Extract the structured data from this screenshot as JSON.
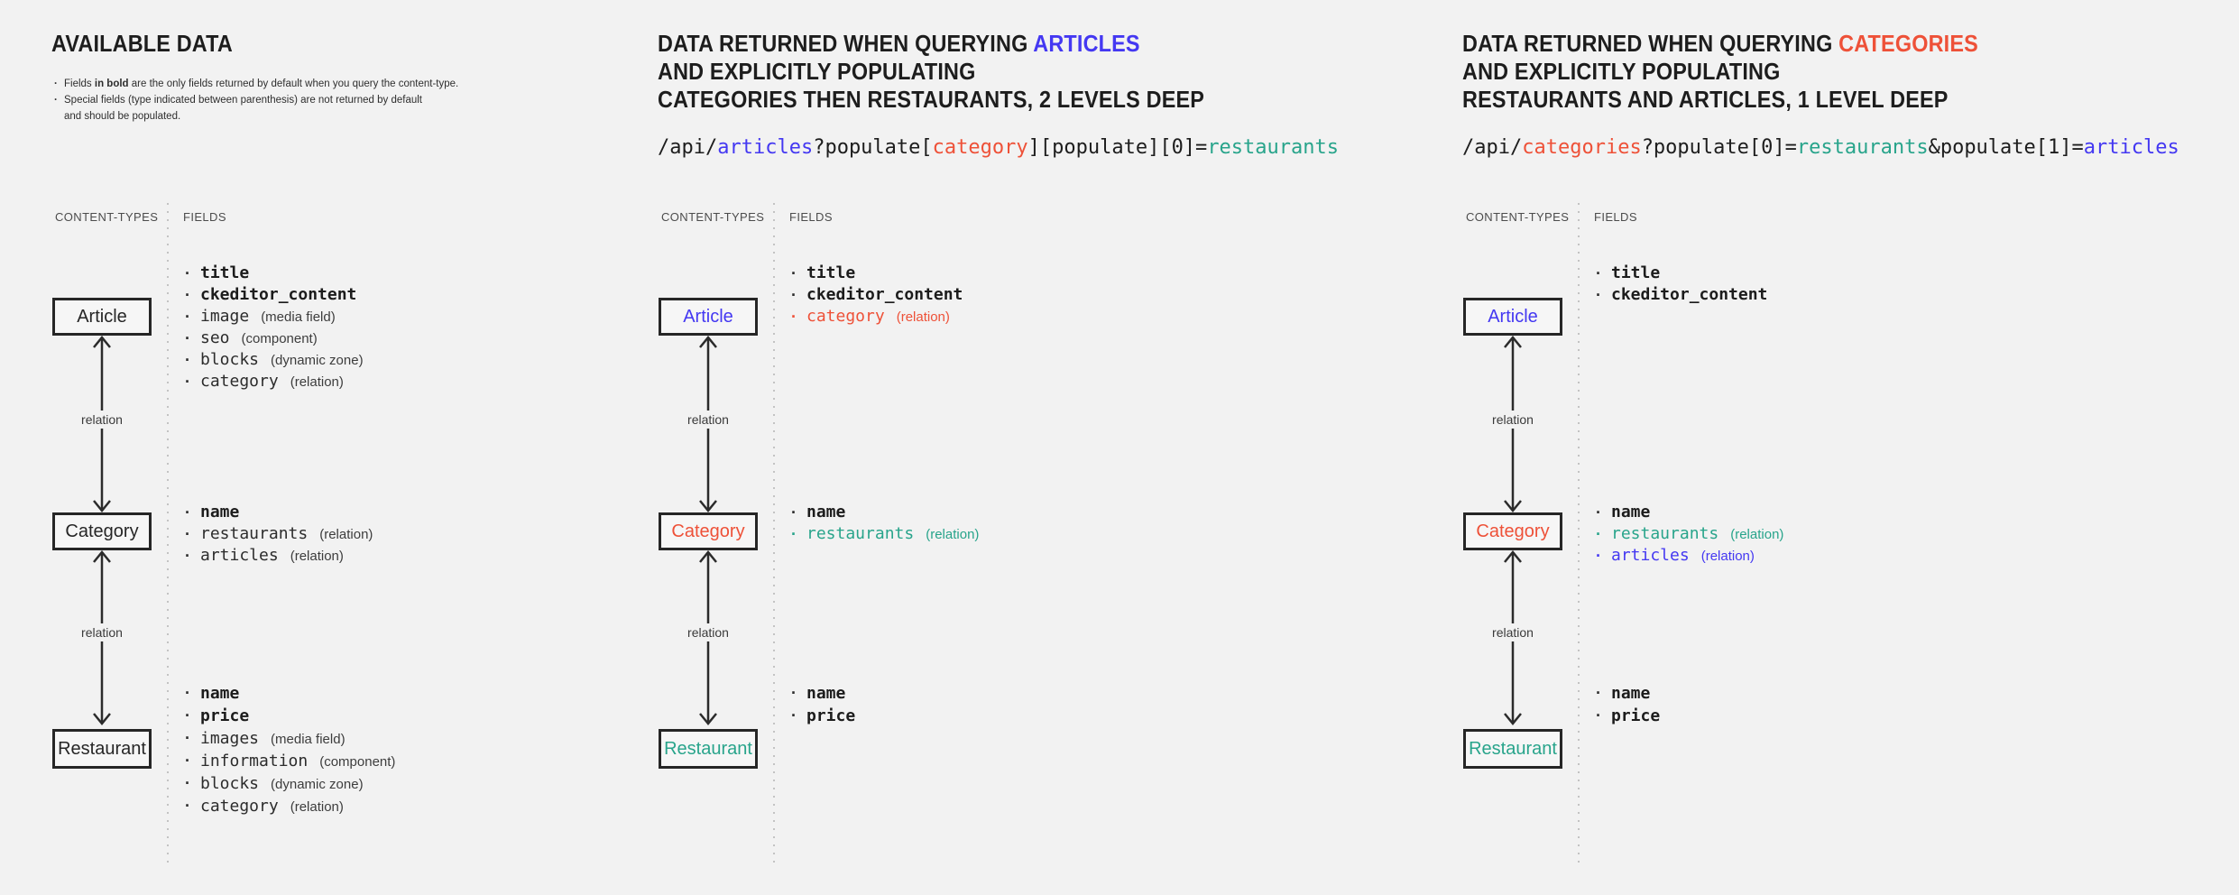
{
  "colors": {
    "background": "#f2f2f2",
    "ink": "#1f1f1f",
    "blue": "#4438f2",
    "red": "#ee5138",
    "teal": "#28a48b",
    "muted": "#4c4c4c"
  },
  "panels": [
    {
      "title_lines": [
        {
          "segments": [
            {
              "text": "AVAILABLE DATA",
              "color": "dark"
            }
          ]
        }
      ],
      "notes": [
        {
          "segments": [
            {
              "text": "Fields ",
              "bold": false
            },
            {
              "text": "in bold",
              "bold": true
            },
            {
              "text": " are the only fields returned by default when you query the content-type.",
              "bold": false
            }
          ]
        },
        {
          "lines": [
            "Special fields (type indicated between parenthesis) are not returned by default",
            "and should be populated."
          ]
        }
      ],
      "diagram": {
        "content_types_label": "CONTENT-TYPES",
        "fields_label": "FIELDS",
        "nodes": [
          {
            "label": "Article",
            "color": "dark"
          },
          {
            "label": "Category",
            "color": "dark"
          },
          {
            "label": "Restaurant",
            "color": "dark"
          }
        ],
        "relations": [
          {
            "label": "relation"
          },
          {
            "label": "relation"
          }
        ],
        "fields": {
          "article": [
            {
              "name": "title",
              "type": "",
              "bold": true,
              "color": "dark"
            },
            {
              "name": "ckeditor_content",
              "type": "",
              "bold": true,
              "color": "dark"
            },
            {
              "name": "image",
              "type": "(media field)",
              "bold": false,
              "color": "dark"
            },
            {
              "name": "seo",
              "type": "(component)",
              "bold": false,
              "color": "dark"
            },
            {
              "name": "blocks",
              "type": "(dynamic zone)",
              "bold": false,
              "color": "dark"
            },
            {
              "name": "category",
              "type": "(relation)",
              "bold": false,
              "color": "dark"
            }
          ],
          "category": [
            {
              "name": "name",
              "type": "",
              "bold": true,
              "color": "dark"
            },
            {
              "name": "restaurants",
              "type": "(relation)",
              "bold": false,
              "color": "dark"
            },
            {
              "name": "articles",
              "type": "(relation)",
              "bold": false,
              "color": "dark"
            }
          ],
          "restaurant": [
            {
              "name": "name",
              "type": "",
              "bold": true,
              "color": "dark"
            },
            {
              "name": "price",
              "type": "",
              "bold": true,
              "color": "dark"
            },
            {
              "name": "images",
              "type": "(media field)",
              "bold": false,
              "color": "dark"
            },
            {
              "name": "information",
              "type": "(component)",
              "bold": false,
              "color": "dark"
            },
            {
              "name": "blocks",
              "type": "(dynamic zone)",
              "bold": false,
              "color": "dark"
            },
            {
              "name": "category",
              "type": "(relation)",
              "bold": false,
              "color": "dark"
            }
          ]
        }
      }
    },
    {
      "title_lines": [
        {
          "segments": [
            {
              "text": "DATA RETURNED WHEN QUERYING ",
              "color": "dark"
            },
            {
              "text": "ARTICLES",
              "color": "blue"
            }
          ]
        },
        {
          "segments": [
            {
              "text": "AND EXPLICITLY POPULATING",
              "color": "dark"
            }
          ]
        },
        {
          "segments": [
            {
              "text": "CATEGORIES THEN RESTAURANTS, 2 LEVELS DEEP",
              "color": "dark"
            }
          ]
        }
      ],
      "api_path": [
        {
          "text": "/api/",
          "color": "dark"
        },
        {
          "text": "articles",
          "color": "blue"
        },
        {
          "text": "?populate[",
          "color": "dark"
        },
        {
          "text": "category",
          "color": "red"
        },
        {
          "text": "][populate][0]=",
          "color": "dark"
        },
        {
          "text": "restaurants",
          "color": "teal"
        }
      ],
      "diagram": {
        "content_types_label": "CONTENT-TYPES",
        "fields_label": "FIELDS",
        "nodes": [
          {
            "label": "Article",
            "color": "blue"
          },
          {
            "label": "Category",
            "color": "red"
          },
          {
            "label": "Restaurant",
            "color": "teal"
          }
        ],
        "relations": [
          {
            "label": "relation"
          },
          {
            "label": "relation"
          }
        ],
        "fields": {
          "article": [
            {
              "name": "title",
              "type": "",
              "bold": true,
              "color": "dark"
            },
            {
              "name": "ckeditor_content",
              "type": "",
              "bold": true,
              "color": "dark"
            },
            {
              "name": "category",
              "type": "(relation)",
              "bold": false,
              "color": "red"
            }
          ],
          "category": [
            {
              "name": "name",
              "type": "",
              "bold": true,
              "color": "dark"
            },
            {
              "name": "restaurants",
              "type": "(relation)",
              "bold": false,
              "color": "teal"
            }
          ],
          "restaurant": [
            {
              "name": "name",
              "type": "",
              "bold": true,
              "color": "dark"
            },
            {
              "name": "price",
              "type": "",
              "bold": true,
              "color": "dark"
            }
          ]
        }
      }
    },
    {
      "title_lines": [
        {
          "segments": [
            {
              "text": "DATA RETURNED WHEN QUERYING ",
              "color": "dark"
            },
            {
              "text": "CATEGORIES",
              "color": "red"
            }
          ]
        },
        {
          "segments": [
            {
              "text": "AND EXPLICITLY POPULATING",
              "color": "dark"
            }
          ]
        },
        {
          "segments": [
            {
              "text": "RESTAURANTS AND ARTICLES, 1 LEVEL DEEP",
              "color": "dark"
            }
          ]
        }
      ],
      "api_path": [
        {
          "text": "/api/",
          "color": "dark"
        },
        {
          "text": "categories",
          "color": "red"
        },
        {
          "text": "?populate[0]=",
          "color": "dark"
        },
        {
          "text": "restaurants",
          "color": "teal"
        },
        {
          "text": "&populate[1]=",
          "color": "dark"
        },
        {
          "text": "articles",
          "color": "blue"
        }
      ],
      "diagram": {
        "content_types_label": "CONTENT-TYPES",
        "fields_label": "FIELDS",
        "nodes": [
          {
            "label": "Article",
            "color": "blue"
          },
          {
            "label": "Category",
            "color": "red"
          },
          {
            "label": "Restaurant",
            "color": "teal"
          }
        ],
        "relations": [
          {
            "label": "relation"
          },
          {
            "label": "relation"
          }
        ],
        "fields": {
          "article": [
            {
              "name": "title",
              "type": "",
              "bold": true,
              "color": "dark"
            },
            {
              "name": "ckeditor_content",
              "type": "",
              "bold": true,
              "color": "dark"
            }
          ],
          "category": [
            {
              "name": "name",
              "type": "",
              "bold": true,
              "color": "dark"
            },
            {
              "name": "restaurants",
              "type": "(relation)",
              "bold": false,
              "color": "teal"
            },
            {
              "name": "articles",
              "type": "(relation)",
              "bold": false,
              "color": "blue"
            }
          ],
          "restaurant": [
            {
              "name": "name",
              "type": "",
              "bold": true,
              "color": "dark"
            },
            {
              "name": "price",
              "type": "",
              "bold": true,
              "color": "dark"
            }
          ]
        }
      }
    }
  ]
}
